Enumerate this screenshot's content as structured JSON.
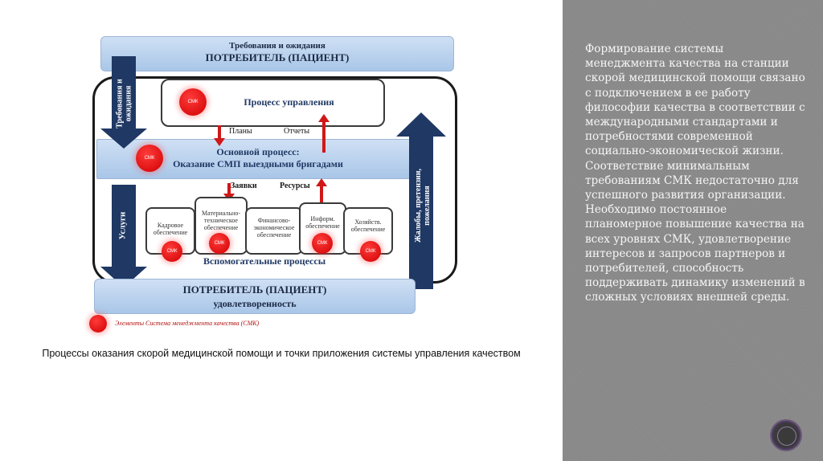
{
  "diagram": {
    "top_band": {
      "line1": "Требования и ожидания",
      "line2": "ПОТРЕБИТЕЛЬ (ПАЦИЕНТ)"
    },
    "management_process": "Процесс управления",
    "plans": "Планы",
    "reports": "Отчеты",
    "main_process": {
      "line1": "Основной процесс:",
      "line2": "Оказание СМП выездными бригадами"
    },
    "requests": "Заявки",
    "resources": "Ресурсы",
    "support_boxes": [
      {
        "label": "Кадровое обеспечение"
      },
      {
        "label": "Материально-техническое обеспечение"
      },
      {
        "label": "Финансово-экономическое обеспечение"
      },
      {
        "label": "Информ. обеспечение"
      },
      {
        "label": "Хозяйств. обеспечение"
      }
    ],
    "support_processes": "Вспомогательные процессы",
    "bottom_band": {
      "line1": "ПОТРЕБИТЕЛЬ (ПАЦИЕНТ)",
      "line2": "удовлетворенность"
    },
    "left_arrow_top": "Требования и ожидания",
    "left_arrow_bottom": "Услуги",
    "right_arrow": "Жалобы, претензии, пожелания",
    "smk_label": "СМК",
    "legend": "Элементы Система менеджмента качества (СМК)"
  },
  "caption": "Процессы оказания скорой медицинской помощи и точки приложения системы управления качеством",
  "right_text": "Формирование системы менеджмента качества на станции скорой медицинской помощи связано с подключением в ее работу философии качества в соответствии с международными стандартами и потребностями современной социально-экономической жизни. Соответствие минимальным требованиям СМК недостаточно для успешного развития организации. Необходимо постоянное планомерное повышение качества на всех уровнях СМК, удовлетворение интересов и запросов партнеров и потребителей, способность поддерживать динамику изменений в сложных условиях внешней среды.",
  "colors": {
    "band_blue": "#b7cfeb",
    "arrow_navy": "#1f3864",
    "smk_red": "#e00000",
    "arrow_red": "#d01818",
    "panel_gray": "#8b8b8b"
  },
  "icons": {
    "nav": "circle-nav-icon"
  }
}
